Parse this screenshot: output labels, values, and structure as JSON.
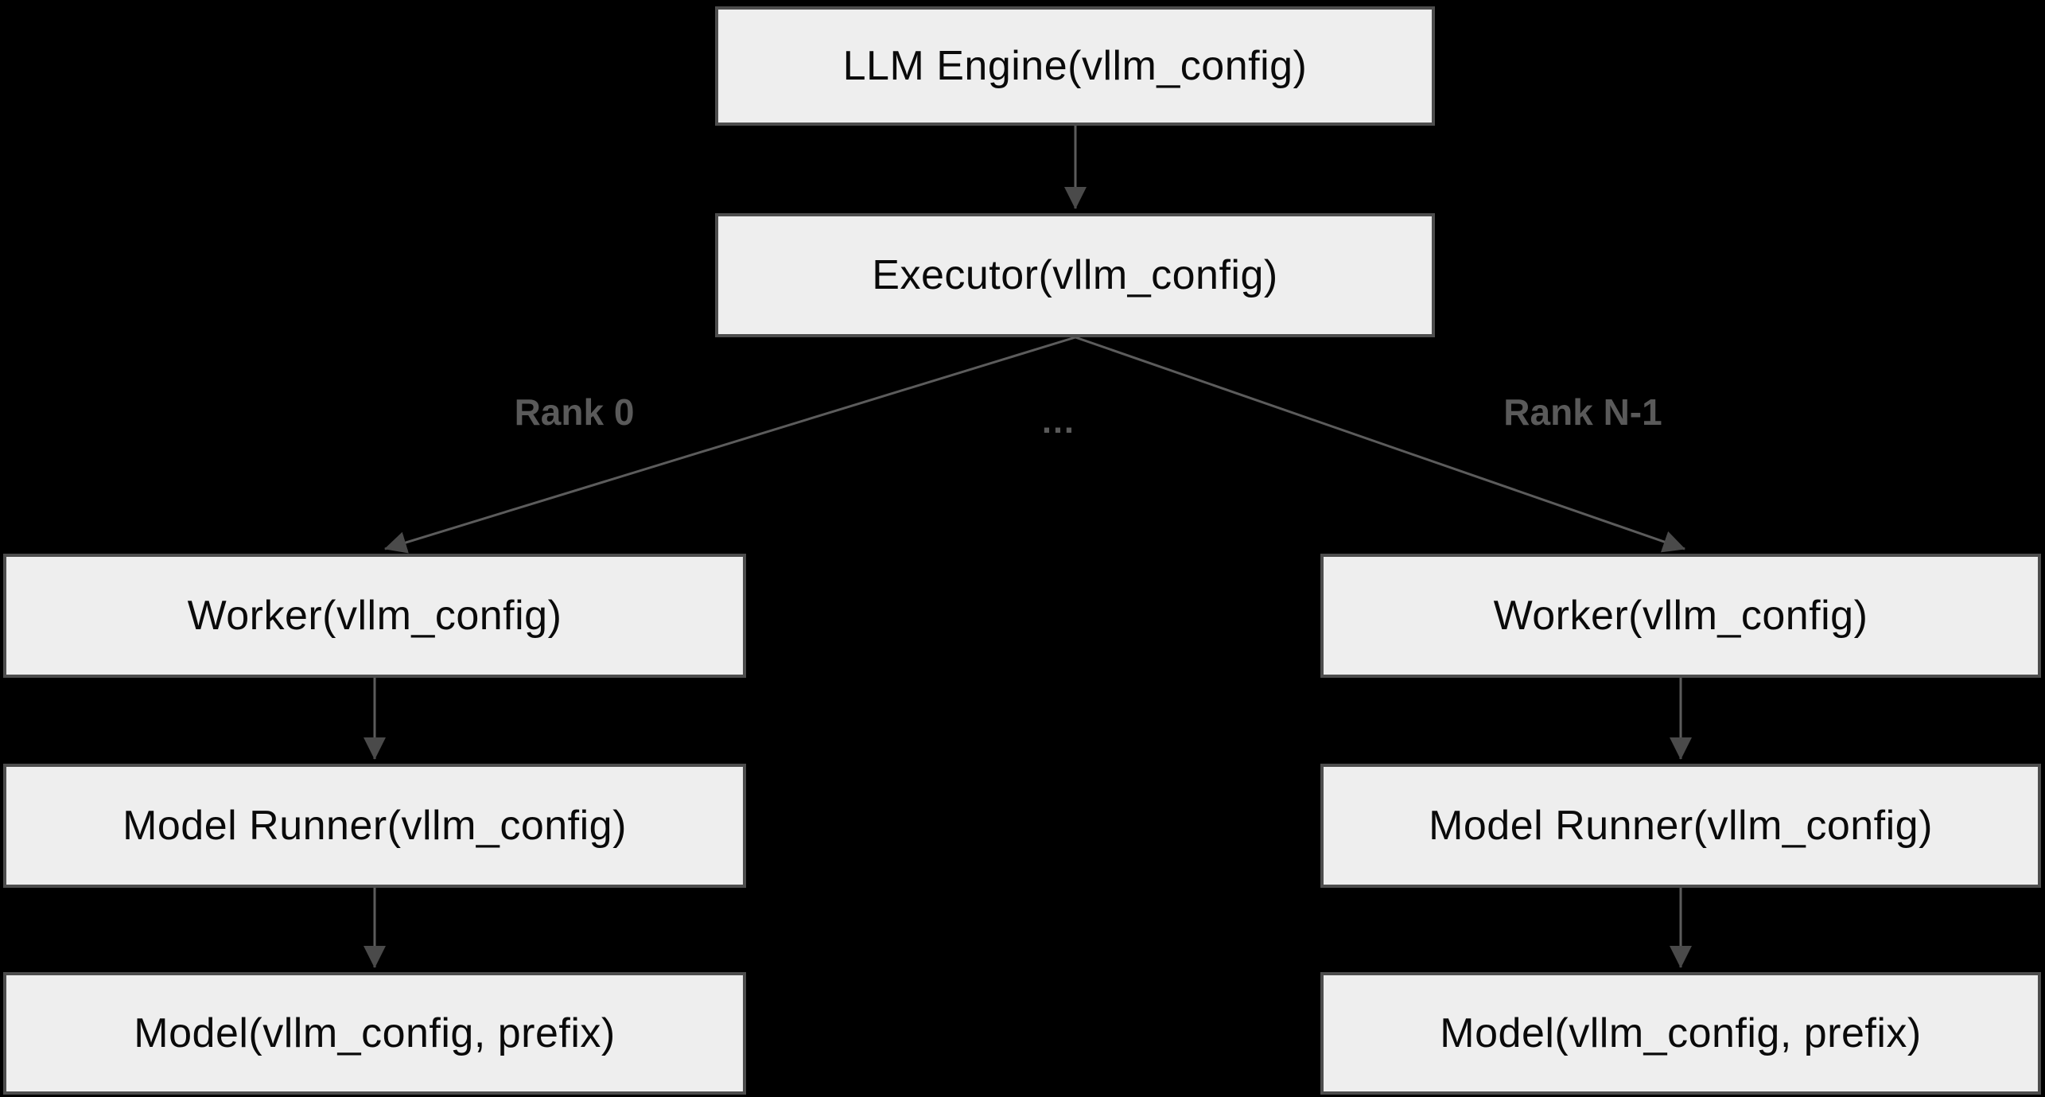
{
  "diagram_title": "",
  "theme": {
    "background": "#000000",
    "box_fill": "#eeeeee",
    "box_border": "#4d4d4d",
    "edge_line": "#5c5c5c",
    "arrow_head": "#4a4a4a",
    "edge_label_color": "#5a5a5a",
    "node_text": "#0a0a0a"
  },
  "nodes": {
    "llm_engine": {
      "label": "LLM Engine(vllm_config)"
    },
    "executor": {
      "label": "Executor(vllm_config)"
    },
    "worker_left": {
      "label": "Worker(vllm_config)"
    },
    "worker_right": {
      "label": "Worker(vllm_config)"
    },
    "model_runner_left": {
      "label": "Model Runner(vllm_config)"
    },
    "model_runner_right": {
      "label": "Model Runner(vllm_config)"
    },
    "model_left": {
      "label": "Model(vllm_config, prefix)"
    },
    "model_right": {
      "label": "Model(vllm_config, prefix)"
    }
  },
  "edge_labels": {
    "rank0": "Rank 0",
    "ellipsis": "…",
    "rank_n_minus_1": "Rank N-1"
  },
  "edges": [
    {
      "from": "LLM Engine(vllm_config)",
      "to": "Executor(vllm_config)",
      "label": ""
    },
    {
      "from": "Executor(vllm_config)",
      "to": "Worker(vllm_config) [left]",
      "label": "Rank 0"
    },
    {
      "from": "Executor(vllm_config)",
      "to": "Worker(vllm_config) [right]",
      "label": "Rank N-1"
    },
    {
      "from": "Worker(vllm_config) [left]",
      "to": "Model Runner(vllm_config) [left]",
      "label": ""
    },
    {
      "from": "Worker(vllm_config) [right]",
      "to": "Model Runner(vllm_config) [right]",
      "label": ""
    },
    {
      "from": "Model Runner(vllm_config) [left]",
      "to": "Model(vllm_config, prefix) [left]",
      "label": ""
    },
    {
      "from": "Model Runner(vllm_config) [right]",
      "to": "Model(vllm_config, prefix) [right]",
      "label": ""
    }
  ]
}
